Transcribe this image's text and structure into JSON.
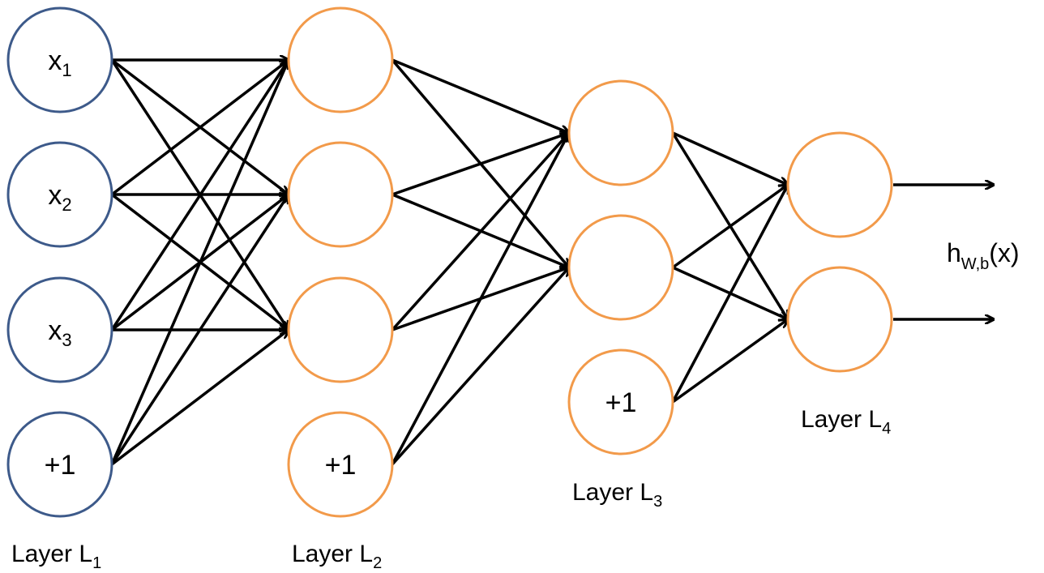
{
  "colors": {
    "input_node": "#3d5a8a",
    "hidden_node": "#f29a4a",
    "edge": "#000000",
    "background": "#ffffff"
  },
  "layers": [
    {
      "label": {
        "base": "Layer L",
        "sub": "1"
      },
      "nodes": [
        {
          "base": "x",
          "sub": "1"
        },
        {
          "base": "x",
          "sub": "2"
        },
        {
          "base": "x",
          "sub": "3"
        },
        {
          "base": "+1",
          "sub": ""
        }
      ]
    },
    {
      "label": {
        "base": "Layer L",
        "sub": "2"
      },
      "nodes": [
        {
          "base": "",
          "sub": ""
        },
        {
          "base": "",
          "sub": ""
        },
        {
          "base": "",
          "sub": ""
        },
        {
          "base": "+1",
          "sub": ""
        }
      ]
    },
    {
      "label": {
        "base": "Layer L",
        "sub": "3"
      },
      "nodes": [
        {
          "base": "",
          "sub": ""
        },
        {
          "base": "",
          "sub": ""
        },
        {
          "base": "+1",
          "sub": ""
        }
      ]
    },
    {
      "label": {
        "base": "Layer L",
        "sub": "4"
      },
      "nodes": [
        {
          "base": "",
          "sub": ""
        },
        {
          "base": "",
          "sub": ""
        }
      ]
    }
  ],
  "connections": [
    {
      "from": 0,
      "to": 1,
      "sources": [
        0,
        1,
        2,
        3
      ],
      "targets": [
        0,
        1,
        2
      ]
    },
    {
      "from": 1,
      "to": 2,
      "sources": [
        0,
        1,
        2,
        3
      ],
      "targets": [
        0,
        1
      ]
    },
    {
      "from": 2,
      "to": 3,
      "sources": [
        0,
        1,
        2
      ],
      "targets": [
        0,
        1
      ]
    }
  ],
  "output": {
    "base": "h",
    "sub": "W,b",
    "suffix": "(x)"
  }
}
